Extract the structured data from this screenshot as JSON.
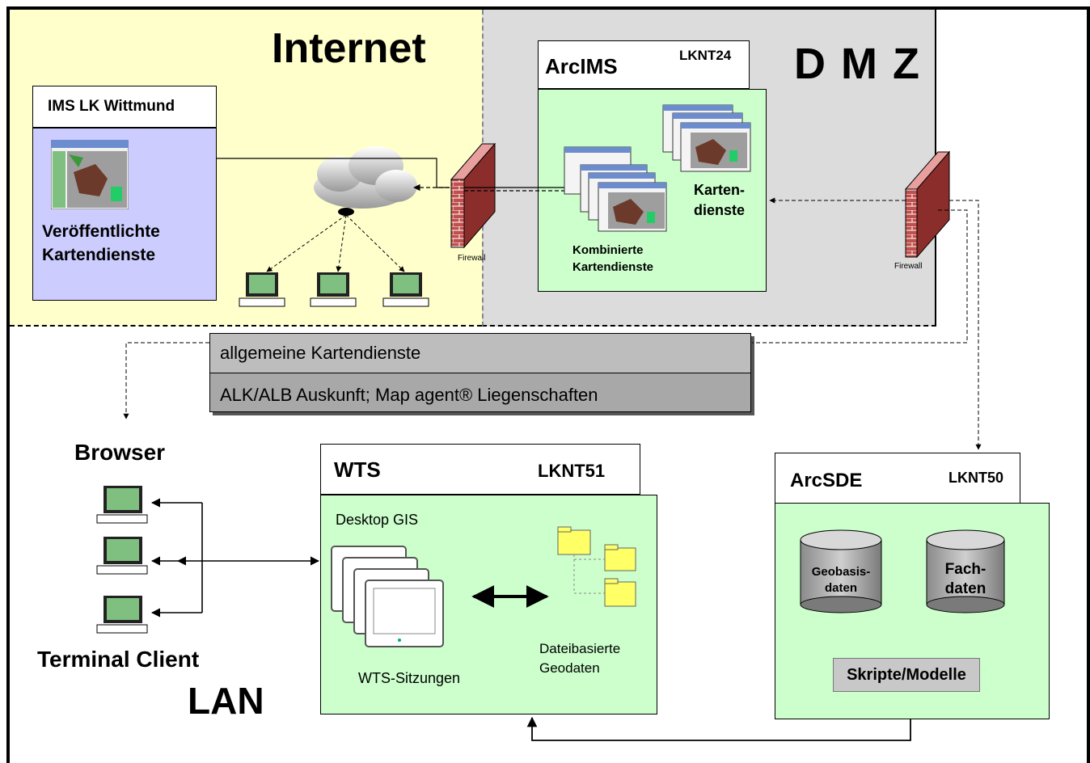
{
  "zones": {
    "internet": {
      "title": "Internet"
    },
    "dmz": {
      "title": "D M Z"
    },
    "lan": {
      "title": "LAN"
    }
  },
  "ims_box": {
    "title": "IMS  LK Wittmund",
    "caption_line1": "Veröffentlichte",
    "caption_line2": "Kartendienste"
  },
  "arcims": {
    "title": "ArcIMS",
    "host": "LKNT24",
    "services_line1": "Karten-",
    "services_line2": "dienste",
    "combined_line1": "Kombinierte",
    "combined_line2": "Kartendienste"
  },
  "firewalls": {
    "left": "Firewall",
    "right": "Firewall"
  },
  "gray_band": {
    "line1": "allgemeine Kartendienste",
    "line2": "ALK/ALB Auskunft; Map agent® Liegenschaften"
  },
  "clients": {
    "browser": "Browser",
    "terminal": "Terminal Client"
  },
  "wts": {
    "title": "WTS",
    "host": "LKNT51",
    "desktop": "Desktop GIS",
    "sessions": "WTS-Sitzungen",
    "files_line1": "Dateibasierte",
    "files_line2": "Geodaten"
  },
  "arcsde": {
    "title": "ArcSDE",
    "host": "LKNT50",
    "db1_line1": "Geobasis-",
    "db1_line2": "daten",
    "db2_line1": "Fach-",
    "db2_line2": "daten",
    "scripts": "Skripte/Modelle"
  },
  "colors": {
    "internet_bg": "#ffffcc",
    "dmz_bg": "#dcdcdc",
    "server_green": "#ccffcc",
    "ims_purple": "#ccccff",
    "band_gray": "#a8a8a8",
    "firewall_red": "#c0504d"
  }
}
